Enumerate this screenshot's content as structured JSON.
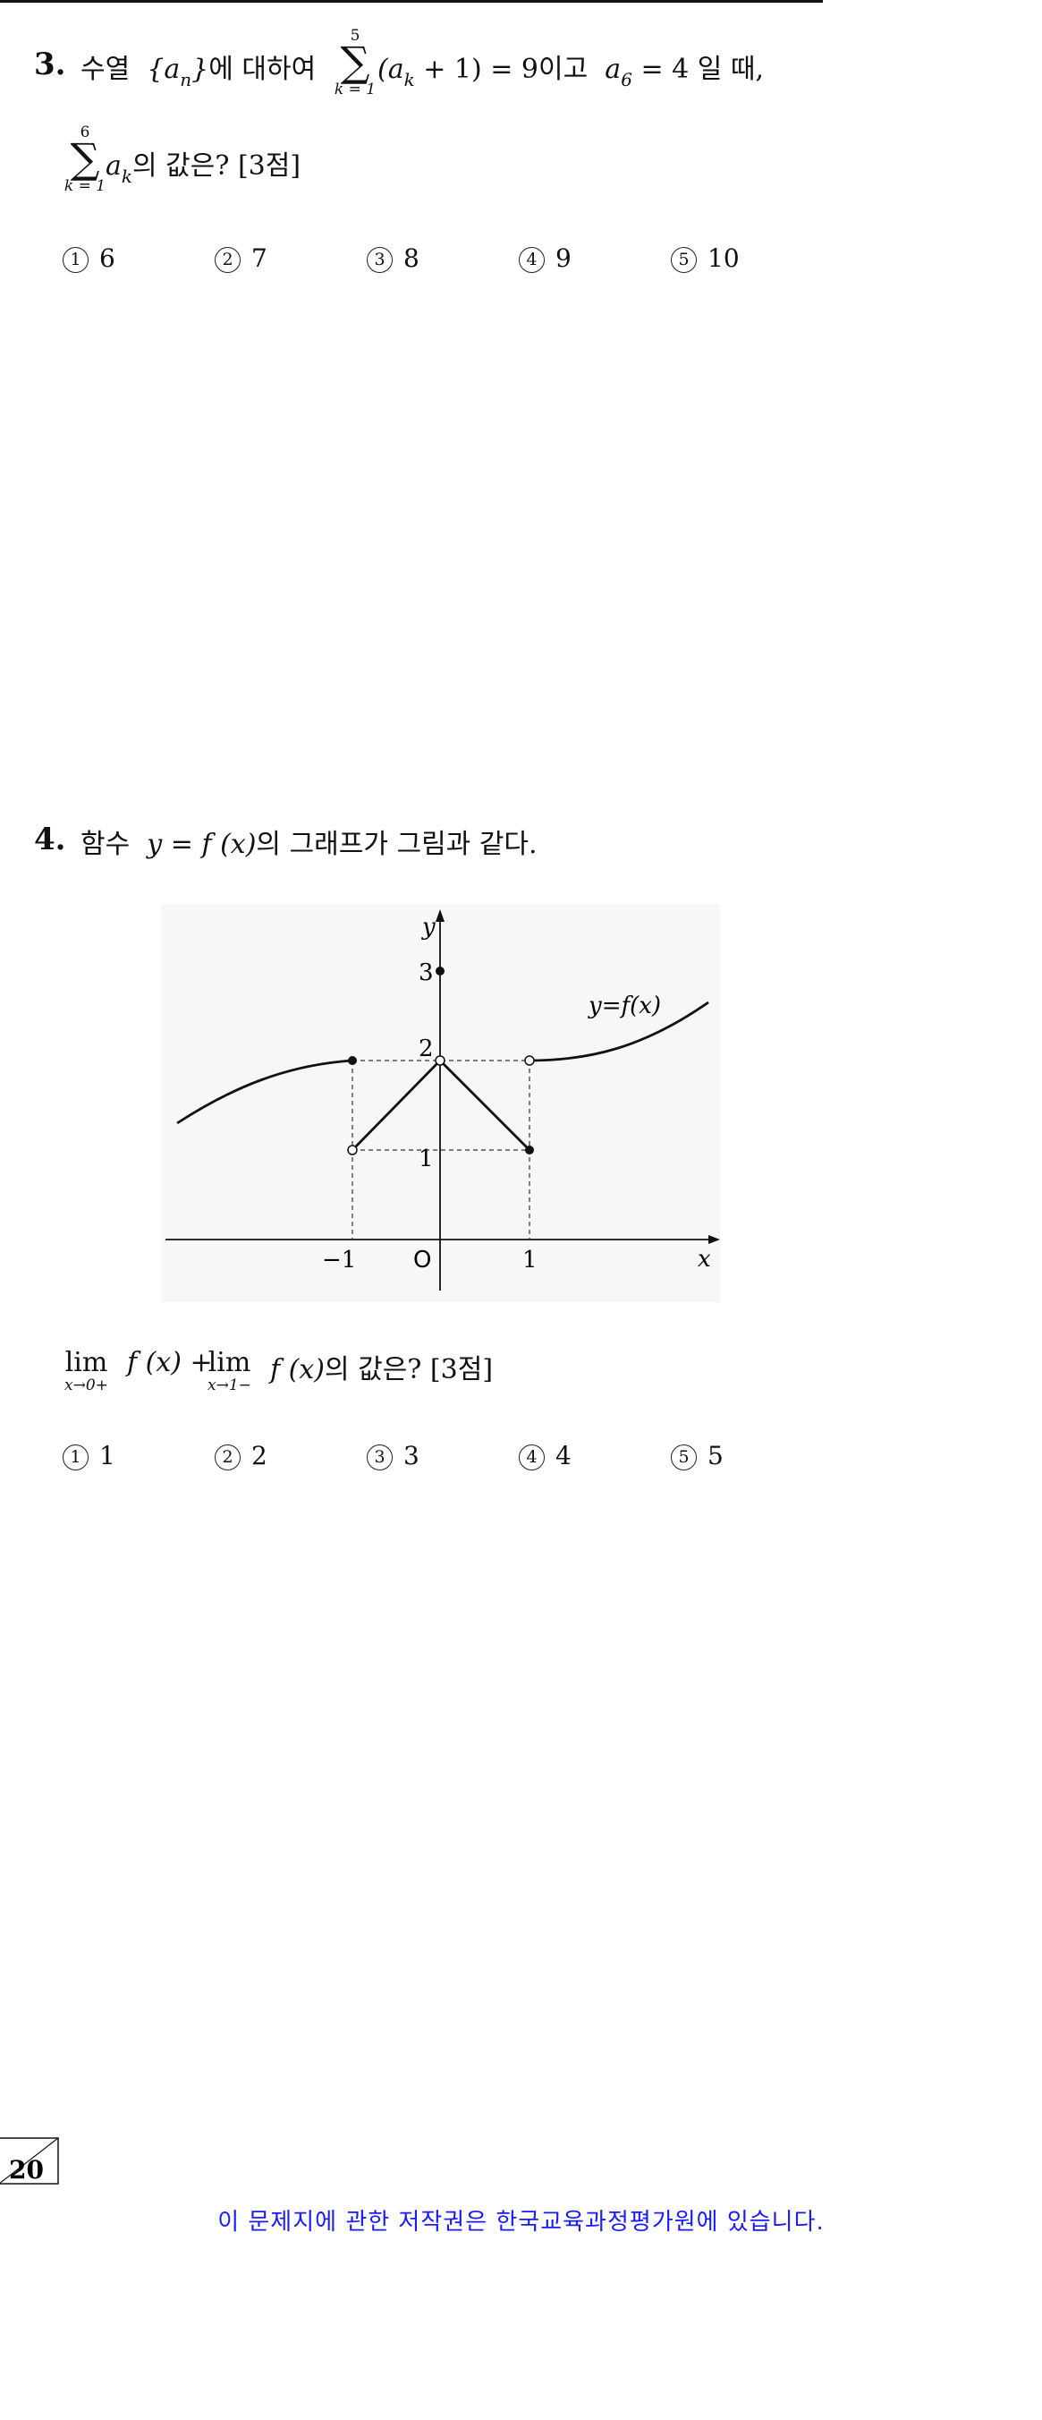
{
  "q3": {
    "number": "3.",
    "intro": "수열",
    "seq": "{a",
    "seq_sub": "n",
    "seq_close": "}",
    "about": "에 대하여",
    "sum_top": "5",
    "sum_bottom": "k = 1",
    "sum_body": "(a",
    "sum_body_sub": "k",
    "sum_body_rest": " + 1) = 9",
    "and": "이고",
    "a6": "a",
    "a6_sub": "6",
    "a6_rest": " = 4",
    "when": "일  때,",
    "line2_top": "6",
    "line2_bottom": "k = 1",
    "line2_term": "a",
    "line2_sub": "k",
    "question": "의  값은? [3점]",
    "choices": [
      {
        "mark": "1",
        "value": "6"
      },
      {
        "mark": "2",
        "value": "7"
      },
      {
        "mark": "3",
        "value": "8"
      },
      {
        "mark": "4",
        "value": "9"
      },
      {
        "mark": "5",
        "value": "10"
      }
    ]
  },
  "q4": {
    "number": "4.",
    "stem_word": "함수",
    "stem_func": "y = f (x)",
    "stem_rest": "의  그래프가  그림과  같다.",
    "graph": {
      "y_axis": "y",
      "x_axis": "x",
      "func_label": "y=f(x)",
      "origin": "O",
      "tick_x": [
        "−1",
        "1"
      ],
      "tick_y": [
        "1",
        "2",
        "3"
      ]
    },
    "lim1_fx": "f (x) +",
    "lim1_sub": "x→0+",
    "lim2_fx": "f (x)",
    "lim2_sub": "x→1−",
    "lim_word": "lim",
    "question": "의  값은? [3점]",
    "choices": [
      {
        "mark": "1",
        "value": "1"
      },
      {
        "mark": "2",
        "value": "2"
      },
      {
        "mark": "3",
        "value": "3"
      },
      {
        "mark": "4",
        "value": "4"
      },
      {
        "mark": "5",
        "value": "5"
      }
    ]
  },
  "page_number": "20",
  "footer": "이 문제지에 관한 저작권은 한국교육과정평가원에 있습니다.",
  "colors": {
    "footer": "#1a1aff",
    "graph_bg": "#f7f7f7"
  }
}
